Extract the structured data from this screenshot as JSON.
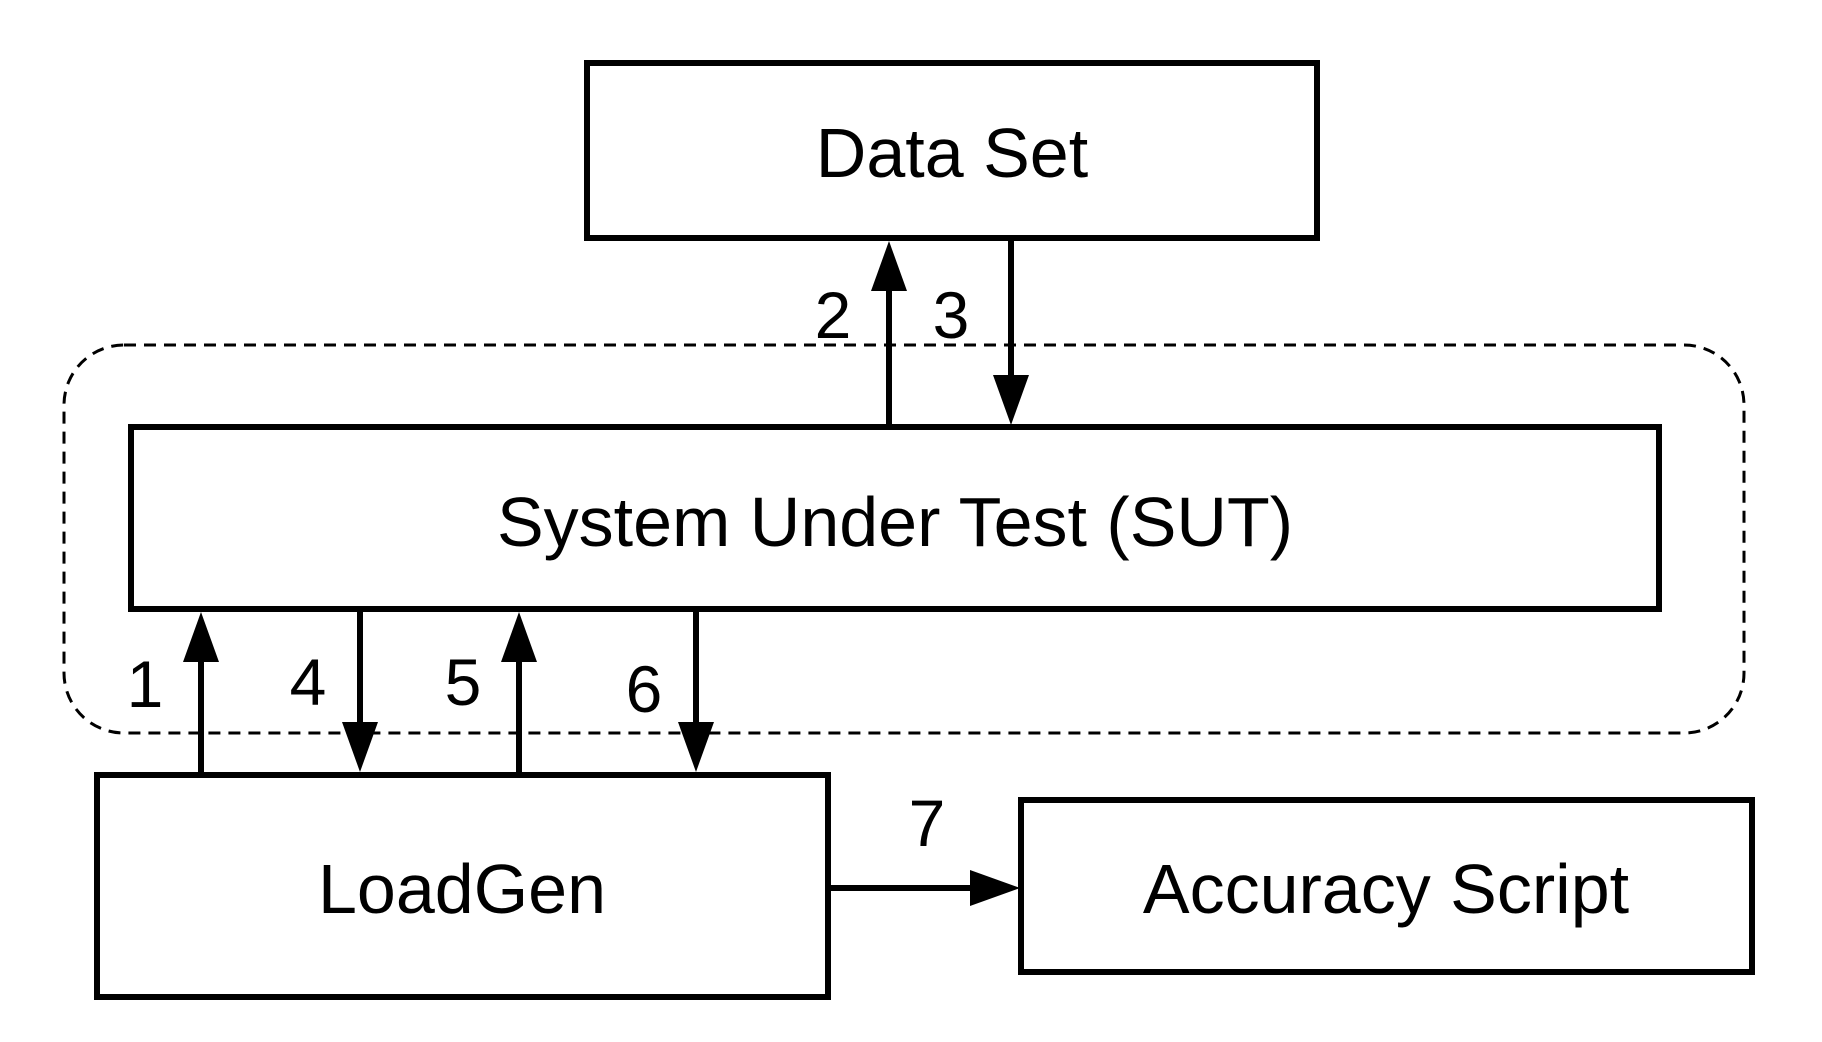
{
  "nodes": {
    "data_set": "Data Set",
    "sut": "System Under Test (SUT)",
    "loadgen": "LoadGen",
    "accuracy_script": "Accuracy Script"
  },
  "steps": {
    "s1": "1",
    "s2": "2",
    "s3": "3",
    "s4": "4",
    "s5": "5",
    "s6": "6",
    "s7": "7"
  },
  "edges": [
    {
      "step": "1",
      "from": "LoadGen",
      "to": "System Under Test (SUT)"
    },
    {
      "step": "2",
      "from": "System Under Test (SUT)",
      "to": "Data Set"
    },
    {
      "step": "3",
      "from": "Data Set",
      "to": "System Under Test (SUT)"
    },
    {
      "step": "4",
      "from": "System Under Test (SUT)",
      "to": "LoadGen"
    },
    {
      "step": "5",
      "from": "LoadGen",
      "to": "System Under Test (SUT)"
    },
    {
      "step": "6",
      "from": "System Under Test (SUT)",
      "to": "LoadGen"
    },
    {
      "step": "7",
      "from": "LoadGen",
      "to": "Accuracy Script"
    }
  ]
}
